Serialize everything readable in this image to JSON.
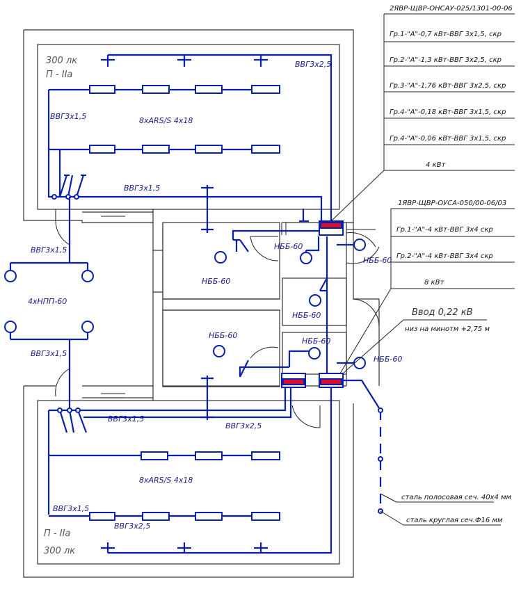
{
  "colors": {
    "wire": "#0a1fb0",
    "panel": "#d8102a",
    "wall": "#333333"
  },
  "rooms": {
    "top": {
      "lux": "300 лк",
      "class": "П - IIа",
      "fixtures": "8хARS/S 4х18"
    },
    "bottom": {
      "lux": "300 лк",
      "class": "П - IIа",
      "fixtures": "8хARS/S 4х18"
    },
    "corridor": {
      "fixtures": "4хНПП-60"
    }
  },
  "labels": {
    "cable_top_right": "ВВГ3х2,5",
    "cable_top_left": "ВВГ3х1,5",
    "cable_top_mid": "ВВГ3х1,5",
    "cable_corr_top": "ВВГ3х1,5",
    "cable_corr_bot": "ВВГ3х1,5",
    "cable_bot_1": "ВВГ3х1,5",
    "cable_bot_2": "ВВГ3х2,5",
    "cable_bot_3": "ВВГ3х1,5",
    "cable_bot_4": "ВВГ3х2,5",
    "nbb_1": "НББ-60",
    "nbb_2": "НББ-60",
    "nbb_3": "НББ-60",
    "nbb_4": "НББ-60",
    "nbb_5": "НББ-60",
    "nbb_6": "НББ-60",
    "nbb_7": "НББ-60",
    "grounding_strip": "сталь полосовая сеч. 40х4 мм",
    "grounding_rod": "сталь круглая сеч.Ф16 мм"
  },
  "panel2": {
    "title": "2ЯВР-ЩВР-ОНСАУ-025/1301-00-06",
    "groups": [
      "Гр.1-\"А\"-0,7 кВт-ВВГ 3х1,5, скр",
      "Гр.2-\"А\"-1,3 кВт-ВВГ 3х2,5, скр",
      "Гр.3-\"А\"-1,76 кВт-ВВГ 3х2,5, скр",
      "Гр.4-\"А\"-0,18 кВт-ВВГ 3х1,5, скр",
      "Гр.4-\"А\"-0,06 кВт-ВВГ 3х1,5, скр"
    ],
    "total": "4 кВт"
  },
  "panel1": {
    "title": "1ЯВР-ЩВР-ОУСА-050/00-06/03",
    "groups": [
      "Гр.1-\"А\"-4 кВт-ВВГ 3х4 скр",
      "Гр.2-\"А\"-4 кВт-ВВГ 3х4 скр"
    ],
    "total": "8 кВт"
  },
  "input": {
    "title": "Ввод 0,22 кВ",
    "note": "низ на минотм +2,75 м"
  }
}
